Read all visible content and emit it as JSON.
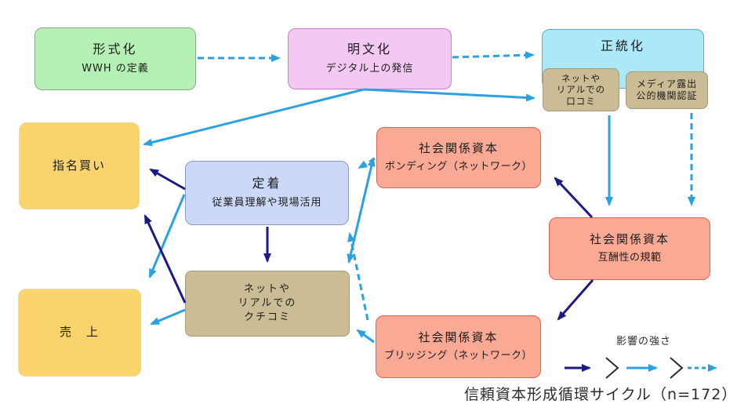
{
  "diagram": {
    "caption": "信頼資本形成循環サイクル（n=172）",
    "legend": {
      "title": "影響の強さ",
      "ranking": [
        "strong",
        "medium",
        "weak"
      ],
      "styles": {
        "strong": "solid navy arrow",
        "medium": "solid cyan arrow",
        "weak": "dashed cyan arrow"
      }
    },
    "nodes": {
      "formalization": {
        "title": "形式化",
        "subtitle": "WWH の定義"
      },
      "articulation": {
        "title": "明文化",
        "subtitle": "デジタル上の発信"
      },
      "legitimization": {
        "title": "正統化"
      },
      "wom_legit": {
        "title": "ネットや\nリアルでの\n口コミ"
      },
      "media": {
        "title": "メディア露出\n公的機関認証"
      },
      "brand_purchase": {
        "title": "指名買い"
      },
      "retention": {
        "title": "定着",
        "subtitle": "従業員理解や現場活用"
      },
      "bonding": {
        "title": "社会関係資本",
        "subtitle": "ボンディング（ネットワーク）"
      },
      "reciprocity": {
        "title": "社会関係資本",
        "subtitle": "互酬性の規範"
      },
      "kuchikomi": {
        "title": "ネットや\nリアルでの\nクチコミ"
      },
      "bridging": {
        "title": "社会関係資本",
        "subtitle": "ブリッジング（ネットワーク）"
      },
      "sales": {
        "title": "売　上"
      }
    },
    "edges": [
      {
        "from": "formalization",
        "to": "articulation",
        "strength": "weak"
      },
      {
        "from": "articulation",
        "to": "legitimization",
        "strength": "weak"
      },
      {
        "from": "articulation",
        "to": "brand_purchase",
        "strength": "medium"
      },
      {
        "from": "articulation",
        "to": "wom_legit",
        "strength": "medium"
      },
      {
        "from": "wom_legit",
        "to": "reciprocity",
        "strength": "medium"
      },
      {
        "from": "media",
        "to": "reciprocity",
        "strength": "weak"
      },
      {
        "from": "reciprocity",
        "to": "bonding",
        "strength": "strong"
      },
      {
        "from": "reciprocity",
        "to": "bridging",
        "strength": "strong"
      },
      {
        "from": "bonding",
        "to": "retention",
        "strength": "weak"
      },
      {
        "from": "bridging",
        "to": "retention",
        "strength": "weak"
      },
      {
        "from": "bridging",
        "to": "kuchikomi",
        "strength": "medium"
      },
      {
        "from": "kuchikomi",
        "to": "bonding",
        "strength": "medium",
        "bidirectional": true
      },
      {
        "from": "retention",
        "to": "brand_purchase",
        "strength": "strong"
      },
      {
        "from": "retention",
        "to": "kuchikomi",
        "strength": "strong"
      },
      {
        "from": "retention",
        "to": "sales",
        "strength": "medium"
      },
      {
        "from": "kuchikomi",
        "to": "brand_purchase",
        "strength": "strong"
      },
      {
        "from": "kuchikomi",
        "to": "sales",
        "strength": "medium"
      }
    ],
    "colors": {
      "strong_arrow": "#1c1a86",
      "medium_arrow": "#2aa2e0",
      "weak_arrow": "#2aa2e0",
      "green_box": "#b5f0b5",
      "purple_box": "#f3c8f3",
      "cyan_box": "#abe8f8",
      "tan_box": "#cbbc96",
      "yellow_box": "#fbd36d",
      "periwinkle_box": "#ccd8f6",
      "salmon_box": "#faa995"
    }
  }
}
